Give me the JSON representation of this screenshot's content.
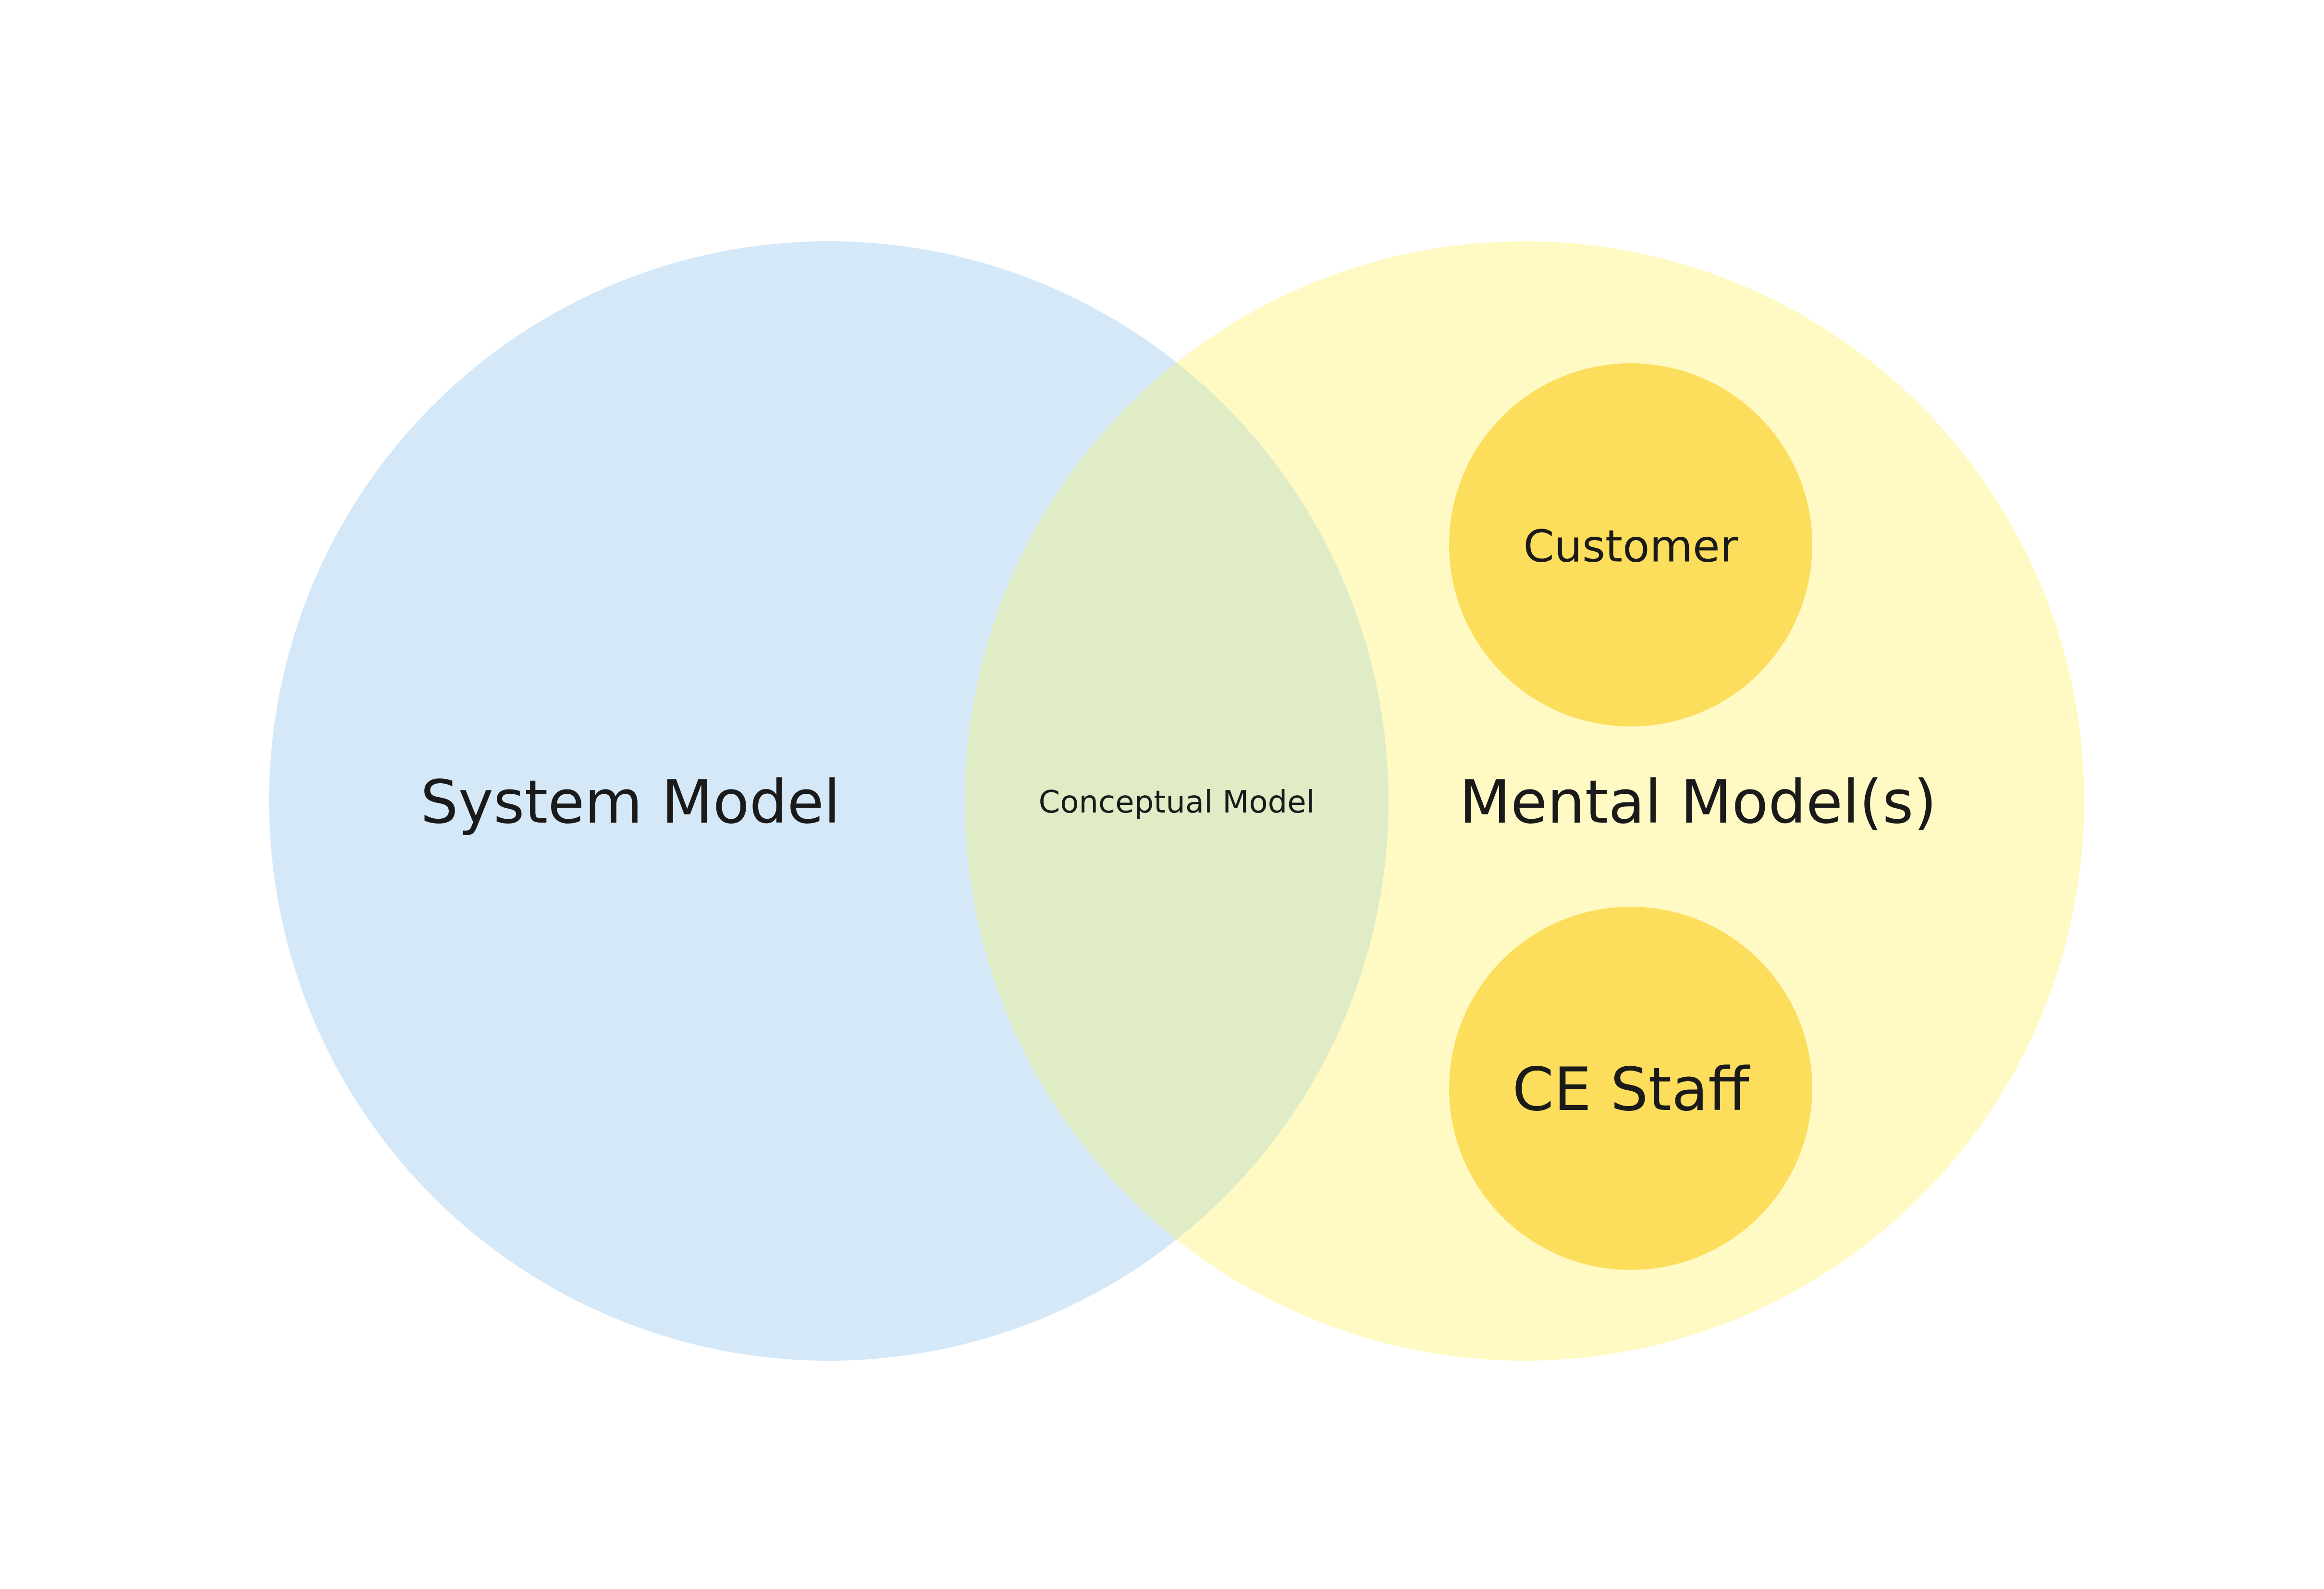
{
  "diagram": {
    "system_circle": {
      "label": "System Model",
      "color": "#d5e8f8"
    },
    "mental_circle": {
      "label": "Mental Model(s)",
      "color": "#fffac4"
    },
    "overlap": {
      "label": "Conceptual Model",
      "color": "#e0ecc6"
    },
    "sub_circles": [
      {
        "label": "Customer",
        "color": "#fcdd5c"
      },
      {
        "label": "CE Staff",
        "color": "#fcdd5c"
      }
    ]
  }
}
